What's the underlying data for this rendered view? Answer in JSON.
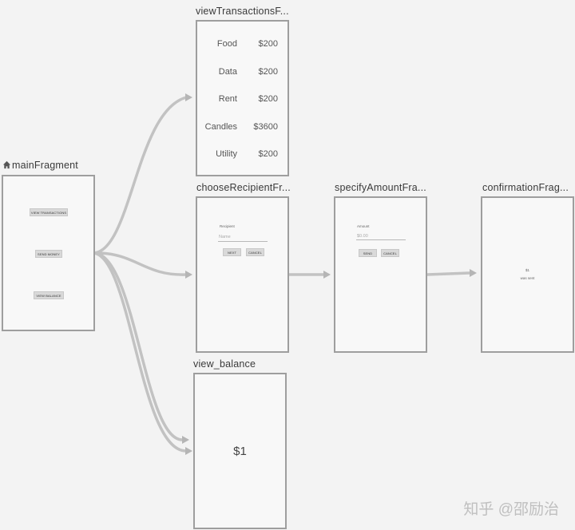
{
  "main": {
    "title": "mainFragment",
    "buttons": [
      "VIEW TRANSACTIONS",
      "SEND MONEY",
      "VIEW BALANCE"
    ]
  },
  "transactions": {
    "title": "viewTransactionsF...",
    "rows": [
      {
        "name": "Food",
        "amount": "$200"
      },
      {
        "name": "Data",
        "amount": "$200"
      },
      {
        "name": "Rent",
        "amount": "$200"
      },
      {
        "name": "Candles",
        "amount": "$3600"
      },
      {
        "name": "Utility",
        "amount": "$200"
      }
    ]
  },
  "recipient": {
    "title": "chooseRecipientFr...",
    "label": "Recipient",
    "placeholder": "Name",
    "next": "NEXT",
    "cancel": "CANCEL"
  },
  "amount": {
    "title": "specifyAmountFra...",
    "label": "Amount",
    "placeholder": "$0.00",
    "send": "SEND",
    "cancel": "CANCEL"
  },
  "confirmation": {
    "title": "confirmationFrag...",
    "amount": "$1",
    "status": "was sent"
  },
  "balance": {
    "title": "view_balance",
    "value": "$1"
  },
  "watermark": "知乎 @邵励治",
  "colors": {
    "connector": "#c0c0c0",
    "frame_border": "#9e9e9e",
    "background": "#f3f3f3"
  }
}
